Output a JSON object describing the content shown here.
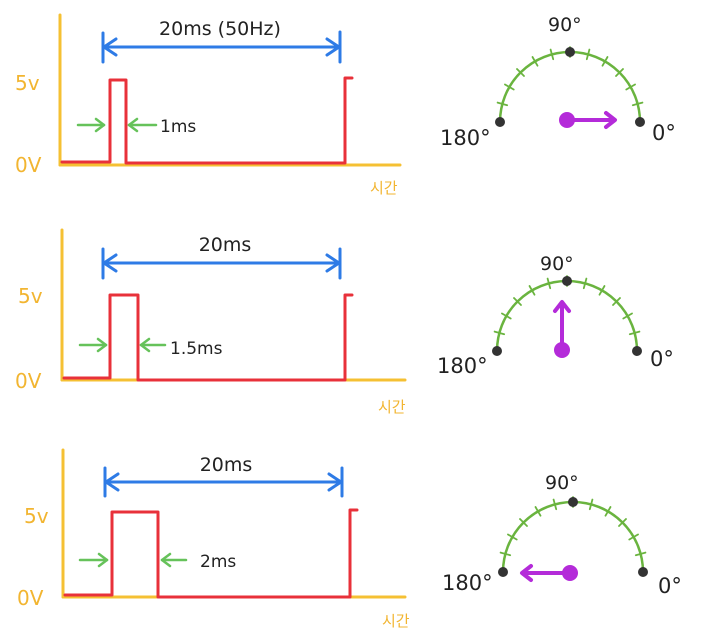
{
  "diagram": {
    "panels": [
      {
        "signal": {
          "period_label": "20ms (50Hz)",
          "pulse_label": "1ms",
          "high_label": "5v",
          "low_label": "0V",
          "time_axis_label": "시간"
        },
        "dial": {
          "left_label": "180°",
          "top_label": "90°",
          "right_label": "0°",
          "pointer_angle_deg": 0
        }
      },
      {
        "signal": {
          "period_label": "20ms",
          "pulse_label": "1.5ms",
          "high_label": "5v",
          "low_label": "0V",
          "time_axis_label": "시간"
        },
        "dial": {
          "left_label": "180°",
          "top_label": "90°",
          "right_label": "0°",
          "pointer_angle_deg": 90
        }
      },
      {
        "signal": {
          "period_label": "20ms",
          "pulse_label": "2ms",
          "high_label": "5v",
          "low_label": "0V",
          "time_axis_label": "시간"
        },
        "dial": {
          "left_label": "180°",
          "top_label": "90°",
          "right_label": "0°",
          "pointer_angle_deg": 180
        }
      }
    ]
  },
  "colors": {
    "axis": "#F5C033",
    "waveform": "#E8313A",
    "period_arrow": "#2E7BE6",
    "pulse_arrow": "#66C25A",
    "dial_arc": "#6AB43F",
    "dial_marker": "#333333",
    "pointer": "#B42BD9",
    "label_text": "#222222",
    "voltage_label": "#F2B531"
  }
}
